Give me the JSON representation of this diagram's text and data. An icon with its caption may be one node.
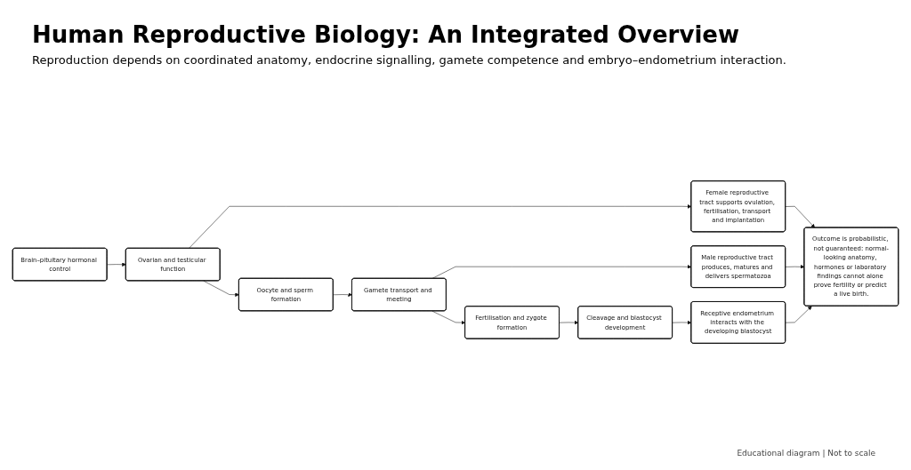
{
  "diagram": {
    "title": "Human Reproductive Biology: An Integrated Overview",
    "nodes": [
      {
        "text": [
          "Brain–pituitary hormonal control"
        ]
      },
      {
        "text": [
          "Ovarian and testicular function"
        ]
      },
      {
        "text": [
          "Oocyte and sperm formation"
        ]
      },
      {
        "text": [
          "Gamete transport and meeting"
        ]
      },
      {
        "text": [
          "Fertilisation and zygote formation"
        ]
      },
      {
        "text": [
          "Cleavage and blastocyst development"
        ]
      },
      {
        "text": [
          "Female reproductive tract supports ovulation, fertilisation, transport and implantation"
        ]
      },
      {
        "text": [
          "Male reproductive tract produces, matures and delivers spermatozoa"
        ]
      },
      {
        "text": [
          "Receptive endometrium interacts with the developing blastocyst"
        ]
      },
      {
        "text": [
          "Outcome is probabilistic, not guaranteed: normal-looking anatomy, hormones or laboratory findings cannot alone prove fertility or predict a live birth."
        ]
      }
    ],
    "edges": [
      {
        "from": 0,
        "to": 1,
        "arrow": "to"
      },
      {
        "from": 1,
        "to": 2,
        "arrow": "to"
      },
      {
        "from": 2,
        "to": 3,
        "arrow": "to"
      },
      {
        "from": 3,
        "to": 4,
        "arrow": "to"
      },
      {
        "from": 4,
        "to": 5,
        "arrow": "to"
      },
      {
        "from": 1,
        "to": 6,
        "arrow": "to"
      },
      {
        "from": 3,
        "to": 7,
        "arrow": "to"
      },
      {
        "from": 5,
        "to": 8,
        "arrow": "to"
      },
      {
        "from": 6,
        "to": 9,
        "arrow": "to"
      },
      {
        "from": 7,
        "to": 9,
        "arrow": "to"
      },
      {
        "from": 8,
        "to": 9,
        "arrow": "to"
      }
    ],
    "labels": [
      "Reproduction depends on coordinated anatomy, endocrine signalling, gamete competence and embryo–endometrium interaction.",
      "Educational diagram | Not to scale"
    ]
  }
}
